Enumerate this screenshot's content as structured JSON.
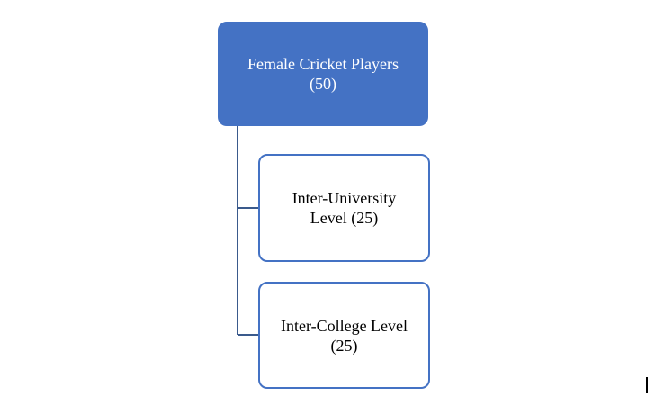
{
  "diagram": {
    "root": {
      "label": "Female Cricket Players\n(50)"
    },
    "children": [
      {
        "label": "Inter-University\nLevel (25)"
      },
      {
        "label": "Inter-College Level\n(25)"
      }
    ],
    "colors": {
      "root_fill": "#4472c4",
      "root_text": "#ffffff",
      "child_border": "#4472c4",
      "child_fill": "#ffffff",
      "connector": "#3a5a8c"
    }
  }
}
